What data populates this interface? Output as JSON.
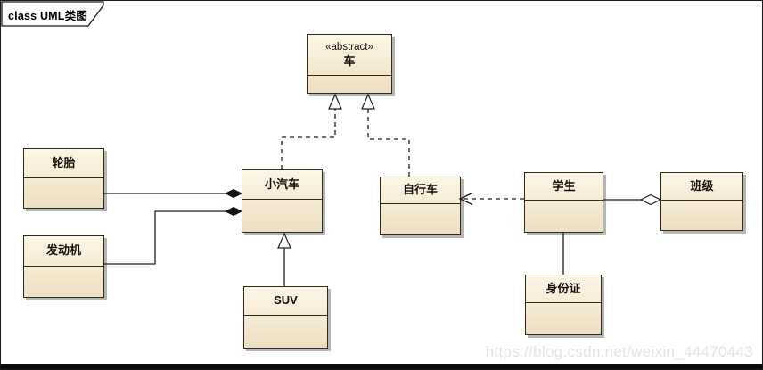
{
  "frame": {
    "label": "class UML类图"
  },
  "watermark": "https://blog.csdn.net/weixin_44470443",
  "diagram": {
    "classes": {
      "vehicle": {
        "stereotype": "«abstract»",
        "name": "车"
      },
      "tire": {
        "name": "轮胎"
      },
      "engine": {
        "name": "发动机"
      },
      "car": {
        "name": "小汽车"
      },
      "bicycle": {
        "name": "自行车"
      },
      "suv": {
        "name": "SUV"
      },
      "student": {
        "name": "学生"
      },
      "clazz": {
        "name": "班级"
      },
      "idcard": {
        "name": "身份证"
      }
    },
    "relationships": [
      {
        "type": "realization",
        "from": "小汽车",
        "to": "车"
      },
      {
        "type": "realization",
        "from": "自行车",
        "to": "车"
      },
      {
        "type": "composition",
        "from": "轮胎",
        "to": "小汽车"
      },
      {
        "type": "composition",
        "from": "发动机",
        "to": "小汽车"
      },
      {
        "type": "generalization",
        "from": "SUV",
        "to": "小汽车"
      },
      {
        "type": "dependency",
        "from": "学生",
        "to": "自行车"
      },
      {
        "type": "aggregation",
        "from": "学生",
        "to": "班级"
      },
      {
        "type": "association",
        "from": "学生",
        "to": "身份证"
      }
    ],
    "colors": {
      "box_fill_top": "#fcf6e6",
      "box_fill_bottom": "#eddfc2",
      "box_border": "#33291b",
      "shadow": "#b5b5b5",
      "line": "#1c1c1c",
      "watermark": "#e3e3e3",
      "background": "#ffffff"
    }
  }
}
